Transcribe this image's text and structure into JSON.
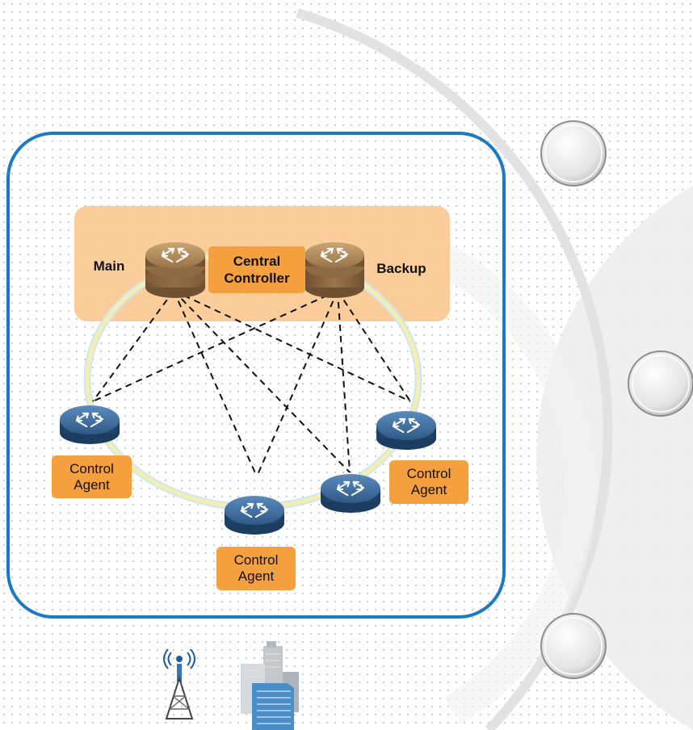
{
  "labels": {
    "main": "Main",
    "backup": "Backup",
    "central_controller": "Central\nController",
    "control_agent": "Control\nAgent"
  },
  "icons": {
    "router": "router-icon",
    "tower": "radio-tower-icon",
    "buildings": "office-buildings-icon",
    "node": "circle-node-icon"
  },
  "colors": {
    "frame_border": "#1a7ac4",
    "controller_band": "#f9c890",
    "label_fill": "#f5a03f",
    "router_blue": "#3f6fa0",
    "router_gold": "#b58c5c",
    "ring": "#f3efb0",
    "arc": "#e2e2e2"
  }
}
